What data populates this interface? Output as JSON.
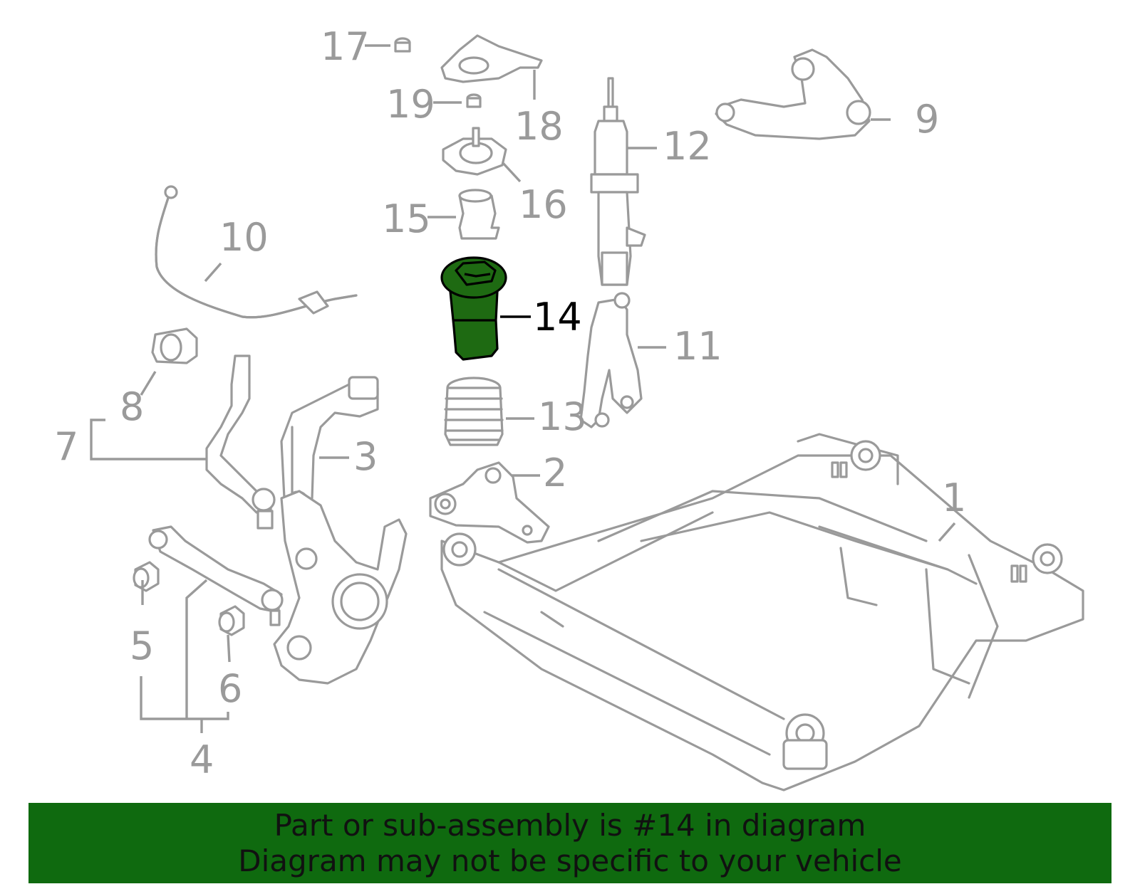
{
  "callouts": {
    "c1": "1",
    "c2": "2",
    "c3": "3",
    "c4": "4",
    "c5": "5",
    "c6": "6",
    "c7": "7",
    "c8": "8",
    "c9": "9",
    "c10": "10",
    "c11": "11",
    "c12": "12",
    "c13": "13",
    "c14": "14",
    "c15": "15",
    "c16": "16",
    "c17": "17",
    "c18": "18",
    "c19": "19"
  },
  "banner": {
    "line1": "Part or sub-assembly is #14 in diagram",
    "line2": "Diagram may not be specific to your vehicle"
  },
  "colors": {
    "highlight": "#1e6a12",
    "banner": "#0f6a0f",
    "outline": "#9a9a9a"
  }
}
